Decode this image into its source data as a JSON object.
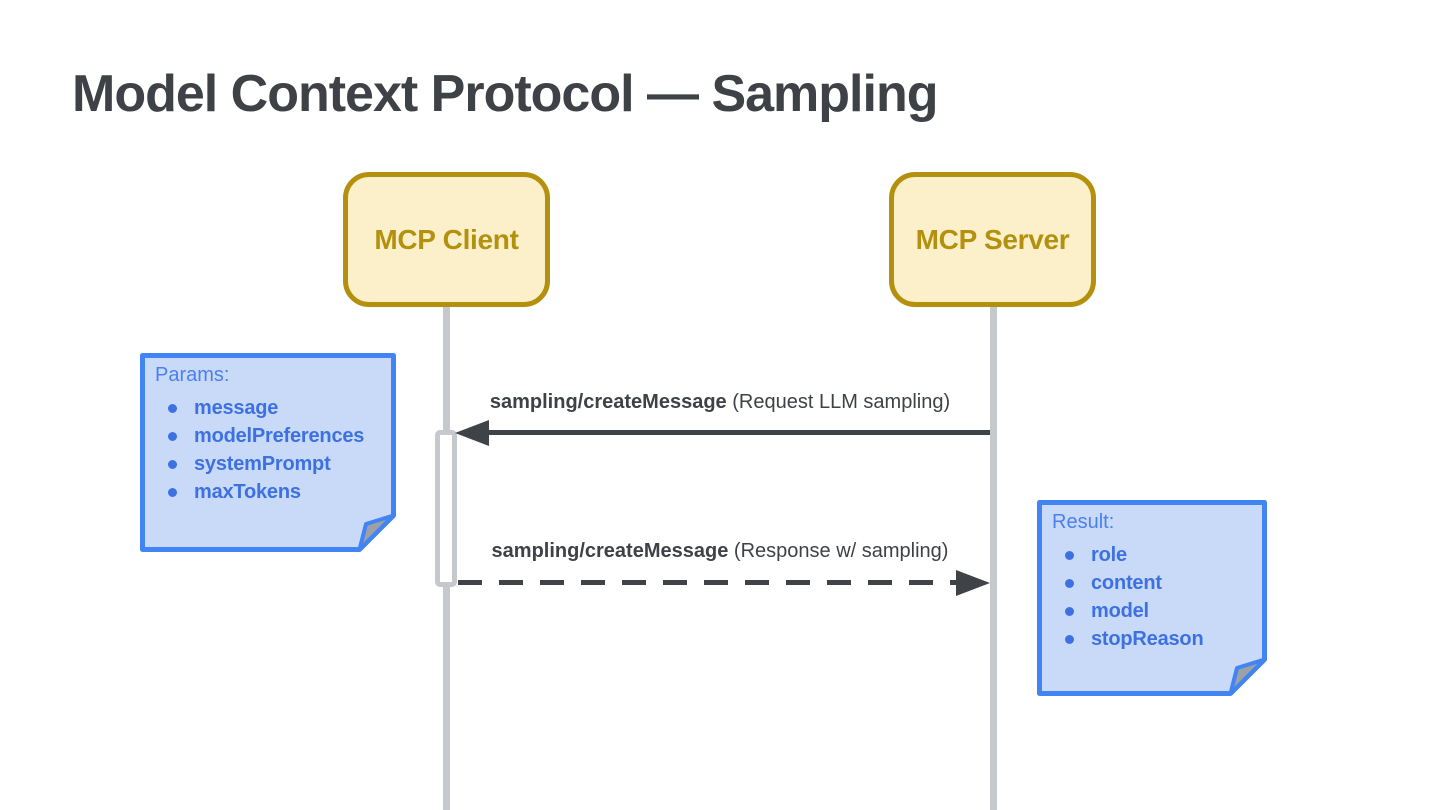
{
  "slide": {
    "title": "Model Context Protocol — Sampling"
  },
  "actors": [
    {
      "label": "MCP Client"
    },
    {
      "label": "MCP Server"
    }
  ],
  "messages": [
    {
      "method": "sampling/createMessage",
      "annotation": "(Request LLM sampling)",
      "direction": "server-to-client",
      "line_style": "solid"
    },
    {
      "method": "sampling/createMessage",
      "annotation": "(Response w/ sampling)",
      "direction": "client-to-server",
      "line_style": "dashed"
    }
  ],
  "notes": [
    {
      "title": "Params:",
      "items": [
        "message",
        "modelPreferences",
        "systemPrompt",
        "maxTokens"
      ]
    },
    {
      "title": "Result:",
      "items": [
        "role",
        "content",
        "model",
        "stopReason"
      ]
    }
  ],
  "colors": {
    "title_text": "#3E4247",
    "actor_border": "#B3910E",
    "actor_fill": "#FCF0CB",
    "note_border": "#4284F4",
    "note_fill": "#C9DAF8",
    "note_title_text": "#4A80EE",
    "note_item_text": "#3D71E2",
    "arrow": "#3F4347",
    "lifeline": "#C5C8CC",
    "fold_gray": "#9BA1A7"
  }
}
